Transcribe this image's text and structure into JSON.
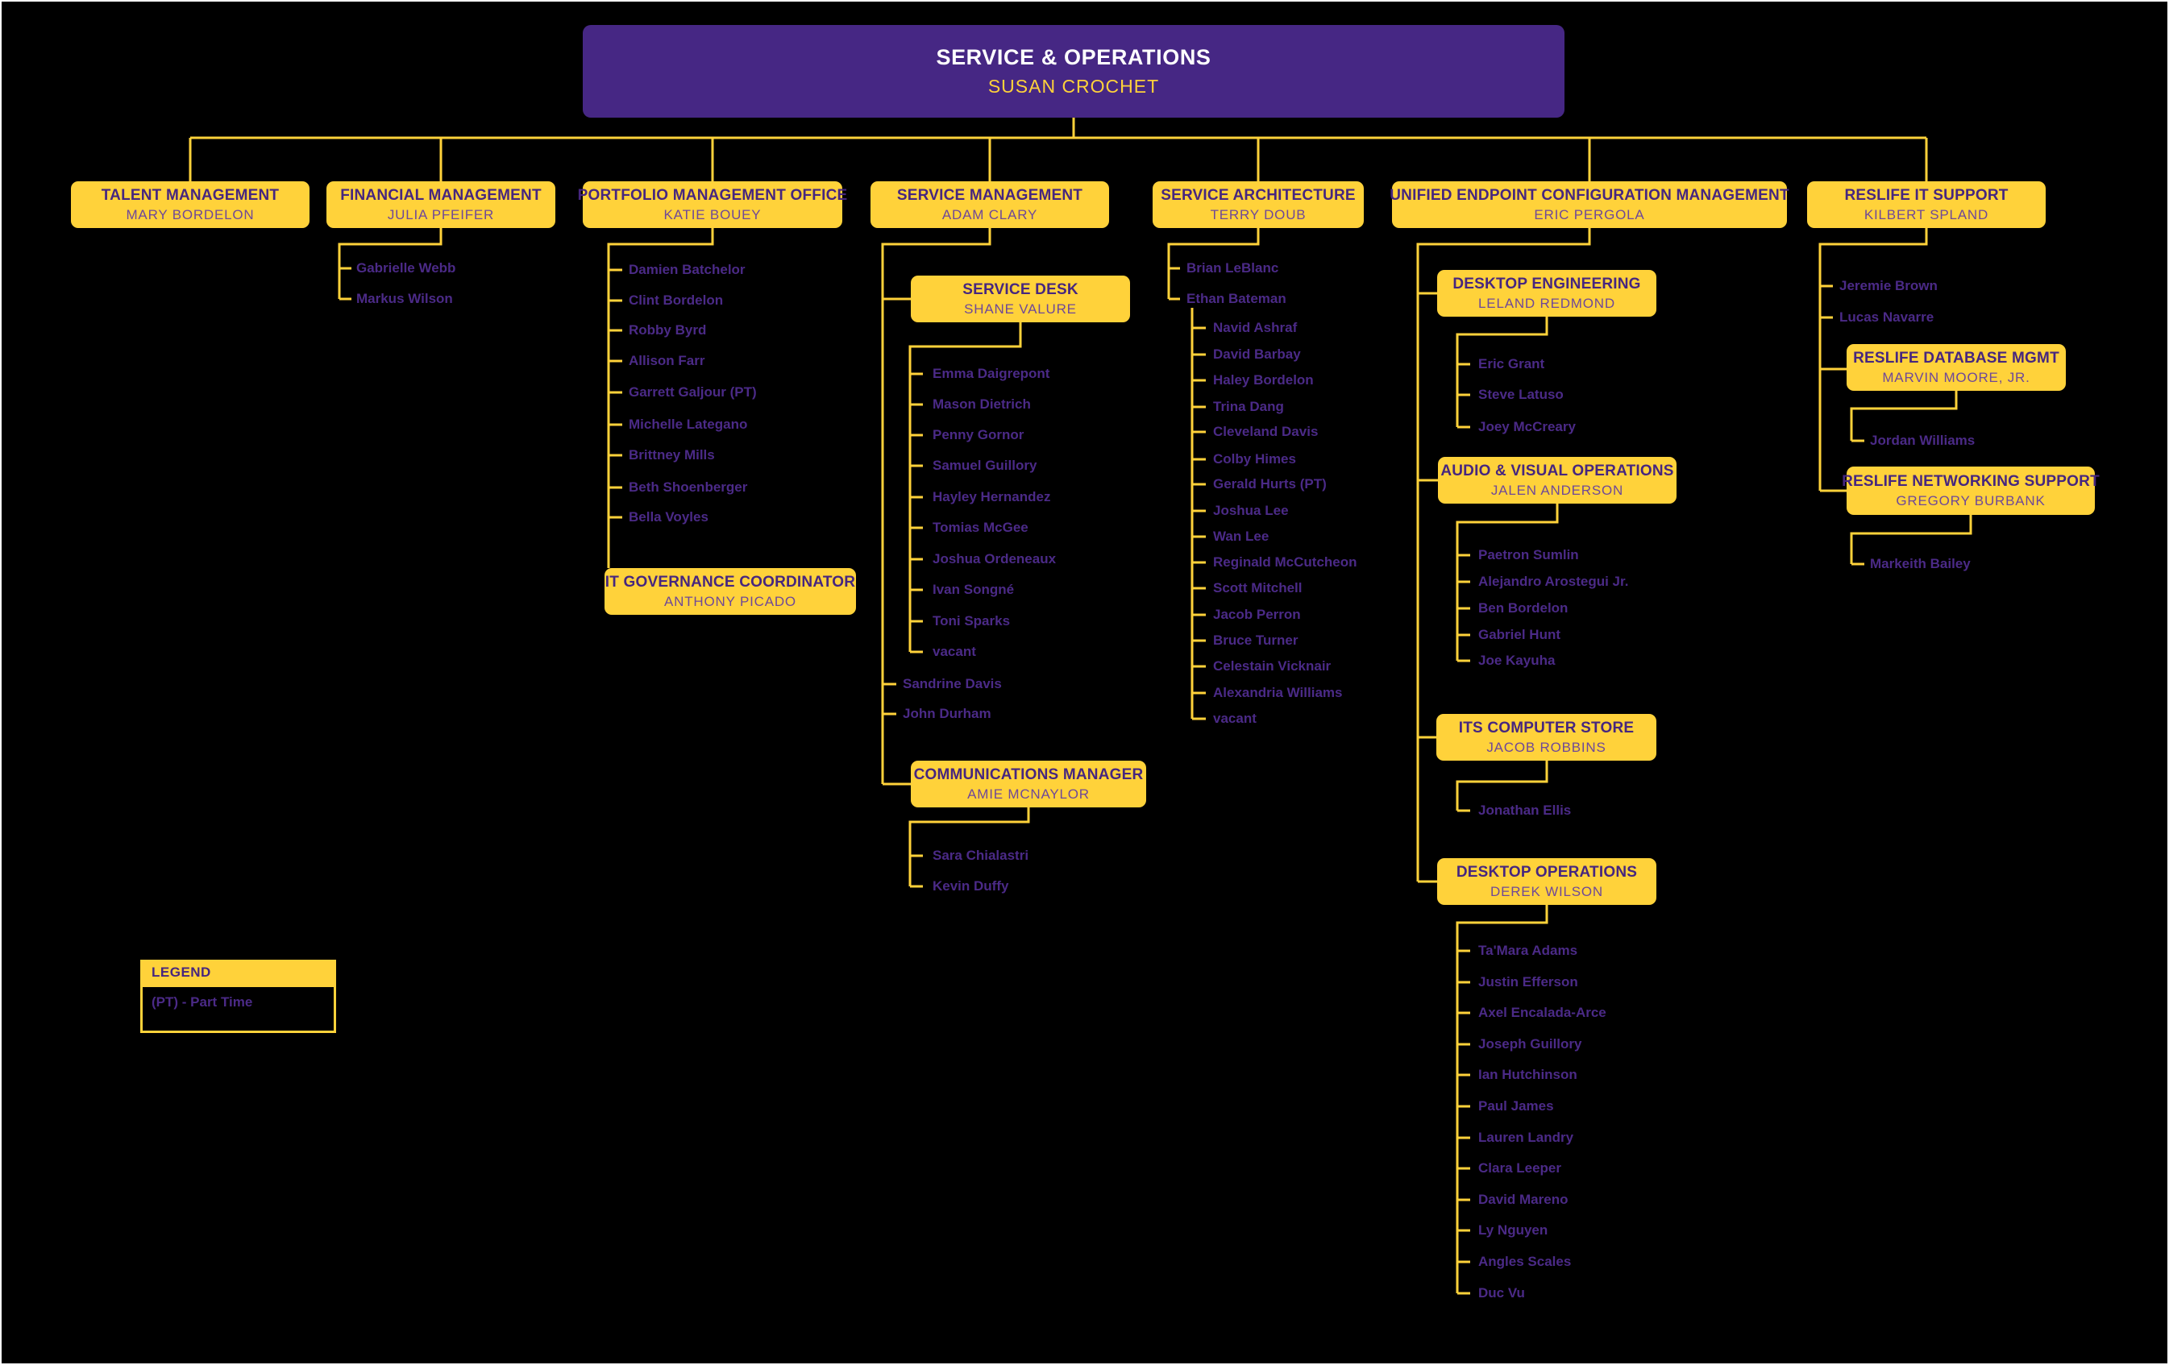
{
  "root": {
    "title": "SERVICE & OPERATIONS",
    "name": "SUSAN CROCHET"
  },
  "branches": {
    "talent": {
      "title": "TALENT MANAGEMENT",
      "name": "MARY BORDELON"
    },
    "financial": {
      "title": "FINANCIAL MANAGEMENT",
      "name": "JULIA PFEIFER",
      "staff": [
        "Gabrielle Webb",
        "Markus Wilson"
      ]
    },
    "portfolio": {
      "title": "PORTFOLIO MANAGEMENT OFFICE",
      "name": "KATIE BOUEY",
      "staff": [
        "Damien Batchelor",
        "Clint Bordelon",
        "Robby Byrd",
        "Allison Farr",
        "Garrett Galjour (PT)",
        "Michelle Lategano",
        "Brittney Mills",
        "Beth Shoenberger",
        "Bella Voyles"
      ],
      "it_governance": {
        "title": "IT GOVERNANCE COORDINATOR",
        "name": "ANTHONY PICADO"
      }
    },
    "service_management": {
      "title": "SERVICE MANAGEMENT",
      "name": "ADAM CLARY",
      "service_desk": {
        "title": "SERVICE DESK",
        "name": "SHANE VALURE",
        "staff": [
          "Emma Daigrepont",
          "Mason Dietrich",
          "Penny Gornor",
          "Samuel Guillory",
          "Hayley Hernandez",
          "Tomias McGee",
          "Joshua Ordeneaux",
          "Ivan Songné",
          "Toni Sparks",
          "vacant"
        ]
      },
      "staff": [
        "Sandrine Davis",
        "John Durham"
      ],
      "communications": {
        "title": "COMMUNICATIONS MANAGER",
        "name": "AMIE MCNAYLOR",
        "staff": [
          "Sara Chialastri",
          "Kevin Duffy"
        ]
      }
    },
    "service_architecture": {
      "title": "SERVICE ARCHITECTURE",
      "name": "TERRY DOUB",
      "staff": [
        "Brian LeBlanc",
        "Ethan Bateman"
      ],
      "bateman_team": [
        "Navid Ashraf",
        "David Barbay",
        "Haley Bordelon",
        "Trina Dang",
        "Cleveland Davis",
        "Colby Himes",
        "Gerald Hurts (PT)",
        "Joshua Lee",
        "Wan Lee",
        "Reginald McCutcheon",
        "Scott Mitchell",
        "Jacob Perron",
        "Bruce Turner",
        "Celestain Vicknair",
        "Alexandria Williams",
        "vacant"
      ]
    },
    "uecm": {
      "title": "UNIFIED ENDPOINT CONFIGURATION MANAGEMENT",
      "name": "ERIC PERGOLA",
      "desktop_engineering": {
        "title": "DESKTOP ENGINEERING",
        "name": "LELAND REDMOND",
        "staff": [
          "Eric Grant",
          "Steve Latuso",
          "Joey McCreary"
        ]
      },
      "av_operations": {
        "title": "AUDIO & VISUAL OPERATIONS",
        "name": "JALEN ANDERSON",
        "staff": [
          "Paetron Sumlin",
          "Alejandro Arostegui Jr.",
          "Ben Bordelon",
          "Gabriel Hunt",
          "Joe Kayuha"
        ]
      },
      "computer_store": {
        "title": "ITS COMPUTER STORE",
        "name": "JACOB ROBBINS",
        "staff": [
          "Jonathan Ellis"
        ]
      },
      "desktop_operations": {
        "title": "DESKTOP OPERATIONS",
        "name": "DEREK WILSON",
        "staff": [
          "Ta'Mara Adams",
          "Justin Efferson",
          "Axel Encalada-Arce",
          "Joseph Guillory",
          "Ian Hutchinson",
          "Paul James",
          "Lauren Landry",
          "Clara Leeper",
          "David Mareno",
          "Ly Nguyen",
          "Angles Scales",
          "Duc Vu"
        ]
      }
    },
    "reslife": {
      "title": "RESLIFE IT SUPPORT",
      "name": "KILBERT SPLAND",
      "staff": [
        "Jeremie Brown",
        "Lucas Navarre"
      ],
      "database_mgmt": {
        "title": "RESLIFE DATABASE MGMT",
        "name": "MARVIN MOORE, JR.",
        "staff": [
          "Jordan Williams"
        ]
      },
      "networking_support": {
        "title": "RESLIFE NETWORKING SUPPORT",
        "name": "GREGORY BURBANK",
        "staff": [
          "Markeith Bailey"
        ]
      }
    }
  },
  "legend": {
    "header": "LEGEND",
    "entries": [
      "(PT) - Part Time"
    ]
  },
  "colors": {
    "purple": "#46267F",
    "gold": "#FFD23A",
    "background": "#000000",
    "person_text": "#4B2A87",
    "root_title": "#FFFFFF"
  }
}
